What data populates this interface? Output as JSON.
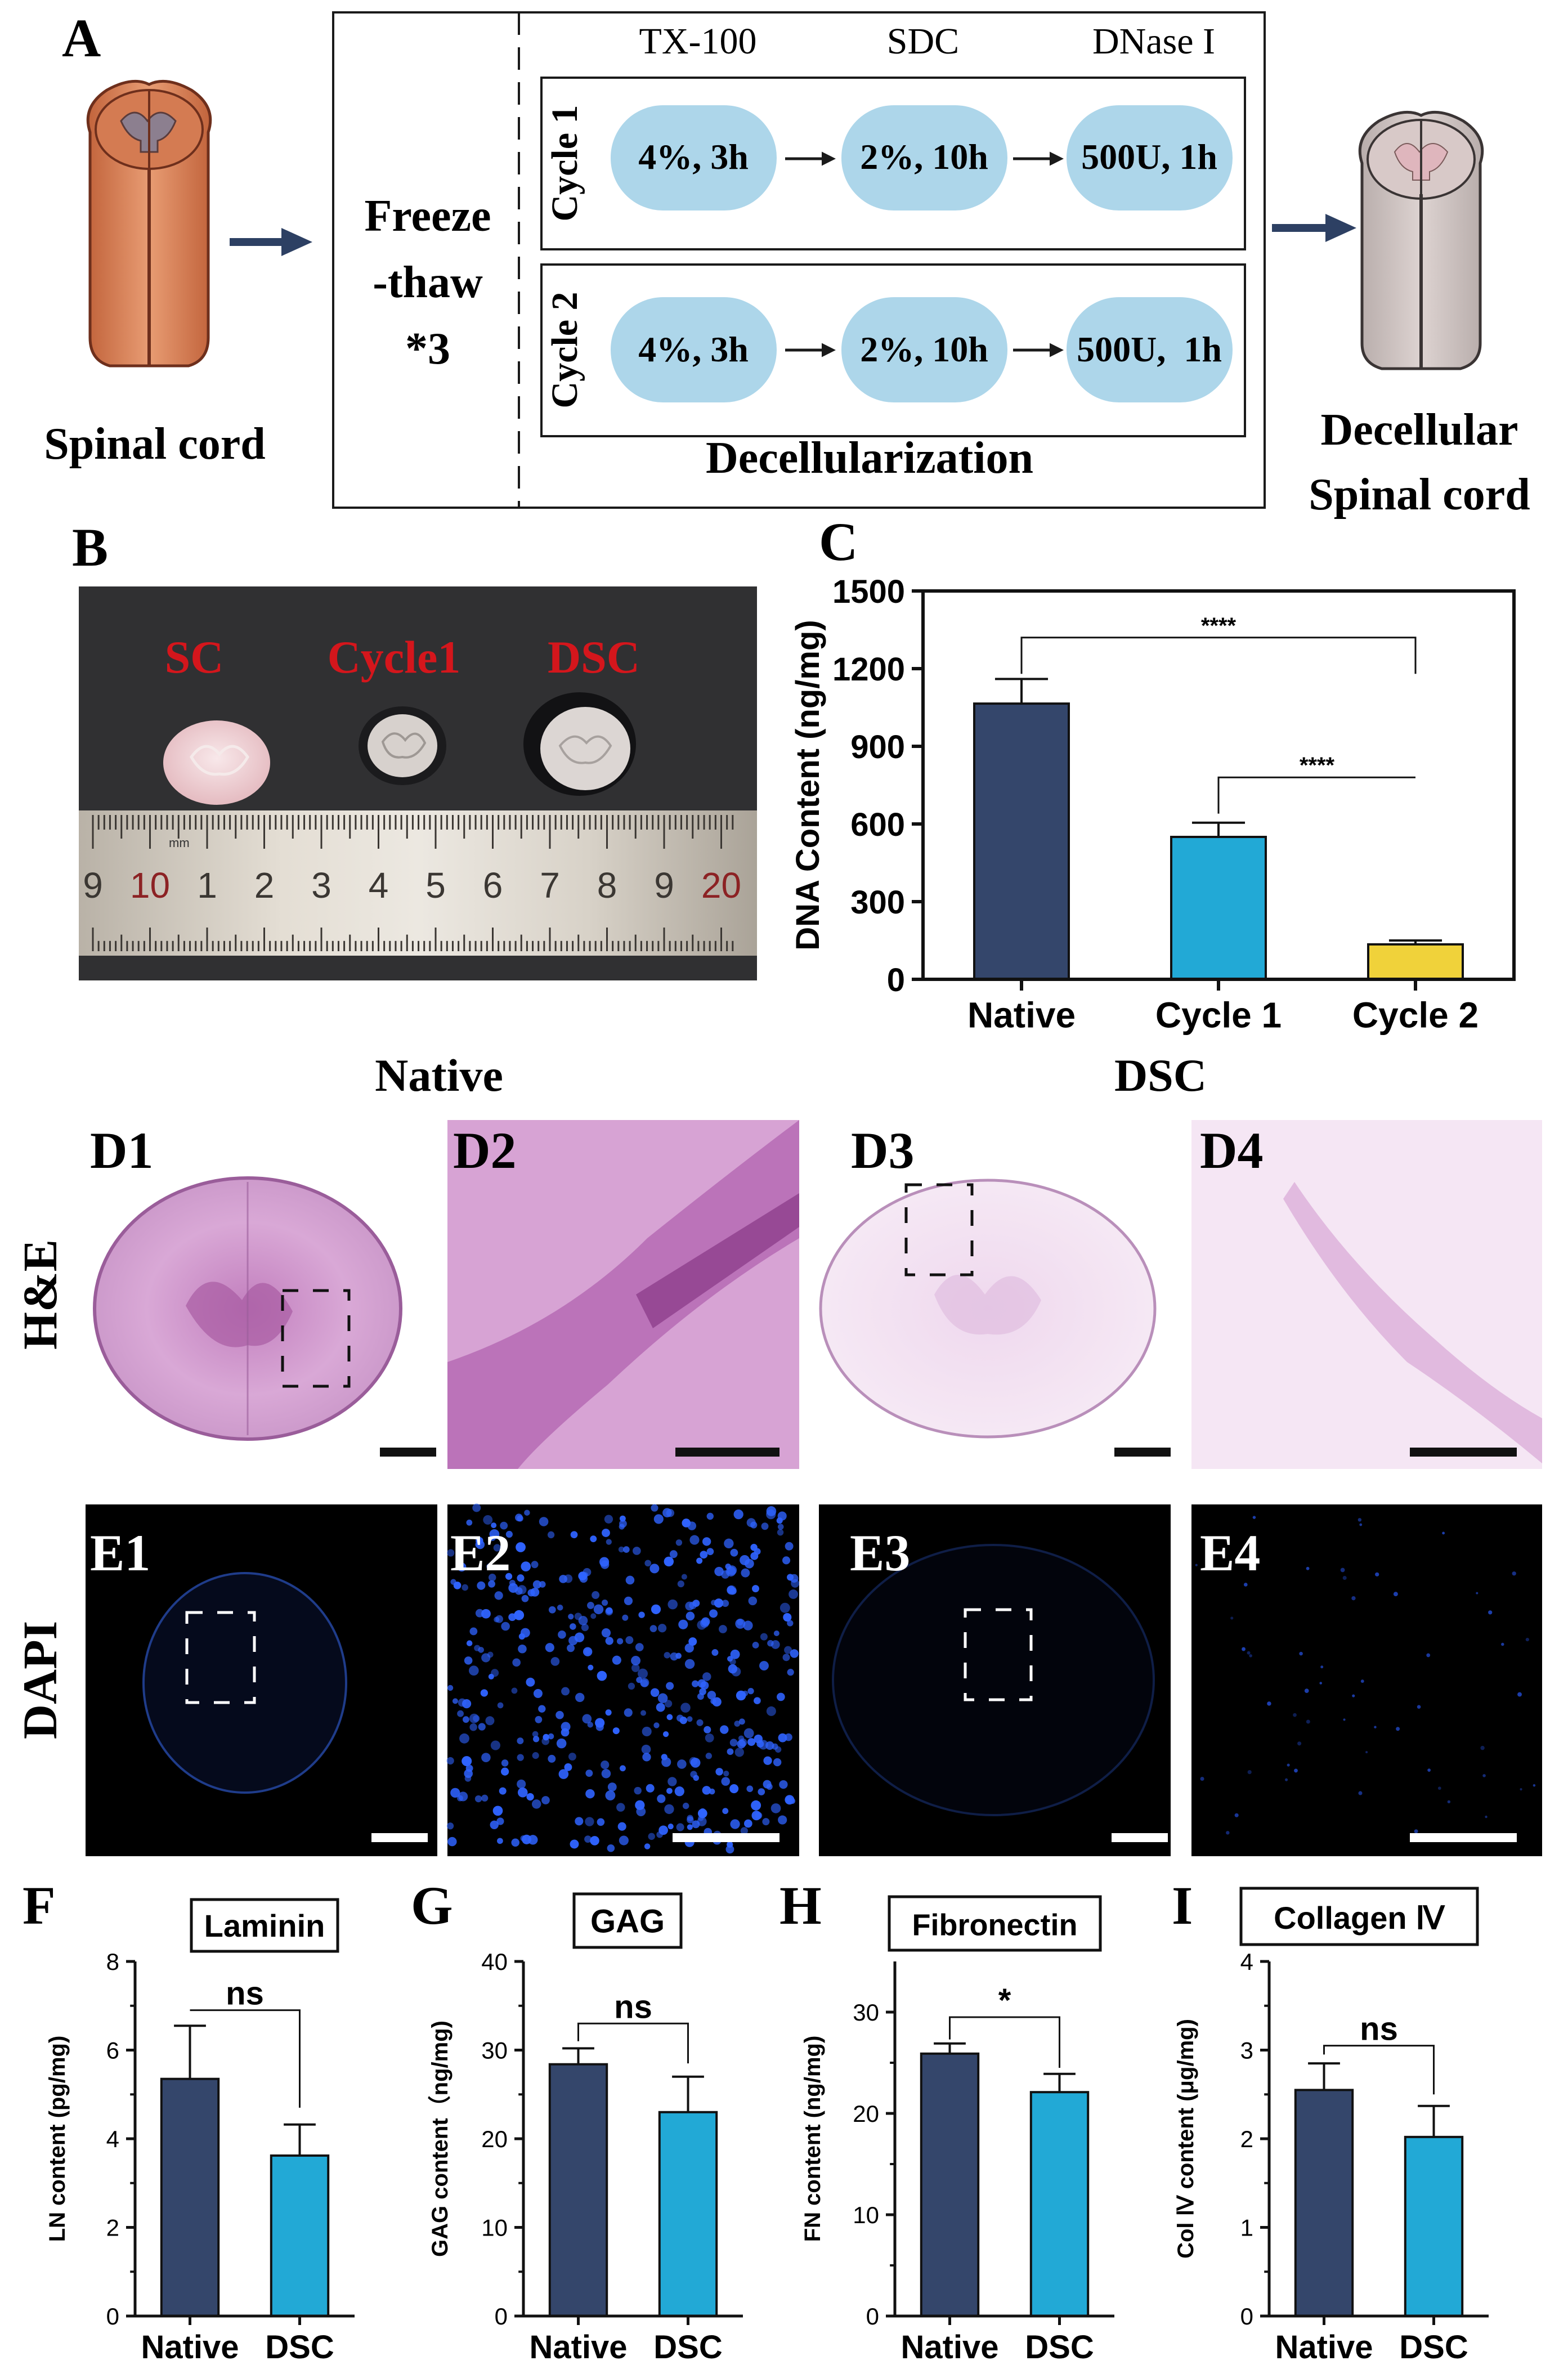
{
  "panelA": {
    "letter": "A",
    "spinal_cord_label": "Spinal cord",
    "freeze_lines": [
      "Freeze",
      "-thaw",
      "*3"
    ],
    "reagents": [
      "TX-100",
      "SDC",
      "DNase I"
    ],
    "cycles": [
      {
        "label": "Cycle 1",
        "steps": [
          "4%, 3h",
          "2%, 10h",
          "500U, 1h"
        ]
      },
      {
        "label": "Cycle 2",
        "steps": [
          "4%, 3h",
          "2%, 10h",
          "500U,  1h"
        ]
      }
    ],
    "process_label": "Decellularization",
    "result_lines": [
      "Decellular",
      "Spinal cord"
    ]
  },
  "panelB": {
    "letter": "B",
    "labels": [
      "SC",
      "Cycle1",
      "DSC"
    ],
    "ruler_numbers": [
      "9",
      "10",
      "1",
      "2",
      "3",
      "4",
      "5",
      "6",
      "7",
      "8",
      "9",
      "20"
    ],
    "ruler_unit": "mm"
  },
  "colors": {
    "native": "#34466b",
    "cycle1": "#22a9d6",
    "cycle2": "#f0d23a",
    "dsc": "#22a9d6",
    "step_fill": "#add6ea",
    "arrow": "#2d4063",
    "label_red": "#d4161c"
  },
  "section_titles": {
    "native": "Native",
    "dsc": "DSC"
  },
  "histology": {
    "rows": [
      {
        "label": "H&E",
        "panels": [
          "D1",
          "D2",
          "D3",
          "D4"
        ]
      },
      {
        "label": "DAPI",
        "panels": [
          "E1",
          "E2",
          "E3",
          "E4"
        ]
      }
    ]
  },
  "chart_data": [
    {
      "panel": "C",
      "type": "bar",
      "ylabel": "DNA Content (ng/mg)",
      "categories": [
        "Native",
        "Cycle 1",
        "Cycle 2"
      ],
      "values": [
        1065,
        550,
        135
      ],
      "errors": [
        95,
        55,
        15
      ],
      "ylim": [
        0,
        1500
      ],
      "yticks": [
        0,
        300,
        600,
        900,
        1200,
        1500
      ],
      "comparisons": [
        {
          "from": 0,
          "to": 2,
          "label": "****"
        },
        {
          "from": 1,
          "to": 2,
          "label": "****"
        }
      ]
    },
    {
      "panel": "F",
      "type": "bar",
      "title": "Laminin",
      "ylabel": "LN content (pg/mg)",
      "categories": [
        "Native",
        "DSC"
      ],
      "values": [
        5.35,
        3.62
      ],
      "errors": [
        1.2,
        0.7
      ],
      "ylim": [
        0,
        8
      ],
      "yticks": [
        0,
        2,
        4,
        6,
        8
      ],
      "comparisons": [
        {
          "from": 0,
          "to": 1,
          "label": "ns"
        }
      ]
    },
    {
      "panel": "G",
      "type": "bar",
      "title": "GAG",
      "ylabel": "GAG content（ng/mg)",
      "categories": [
        "Native",
        "DSC"
      ],
      "values": [
        28.4,
        23.0
      ],
      "errors": [
        1.8,
        4.0
      ],
      "ylim": [
        0,
        40
      ],
      "yticks": [
        0,
        10,
        20,
        30,
        40
      ],
      "comparisons": [
        {
          "from": 0,
          "to": 1,
          "label": "ns"
        }
      ]
    },
    {
      "panel": "H",
      "type": "bar",
      "title": "Fibronectin",
      "ylabel": "FN content (ng/mg)",
      "categories": [
        "Native",
        "DSC"
      ],
      "values": [
        25.9,
        22.1
      ],
      "errors": [
        1.0,
        1.8
      ],
      "ylim": [
        0,
        35
      ],
      "yticks": [
        0,
        10,
        20,
        30
      ],
      "comparisons": [
        {
          "from": 0,
          "to": 1,
          "label": "*"
        }
      ]
    },
    {
      "panel": "I",
      "type": "bar",
      "title": "Collagen Ⅳ",
      "ylabel": "Col Ⅳ content (μg/mg)",
      "categories": [
        "Native",
        "DSC"
      ],
      "values": [
        2.55,
        2.02
      ],
      "errors": [
        0.3,
        0.35
      ],
      "ylim": [
        0,
        4
      ],
      "yticks": [
        0,
        1,
        2,
        3,
        4
      ],
      "comparisons": [
        {
          "from": 0,
          "to": 1,
          "label": "ns"
        }
      ]
    }
  ]
}
